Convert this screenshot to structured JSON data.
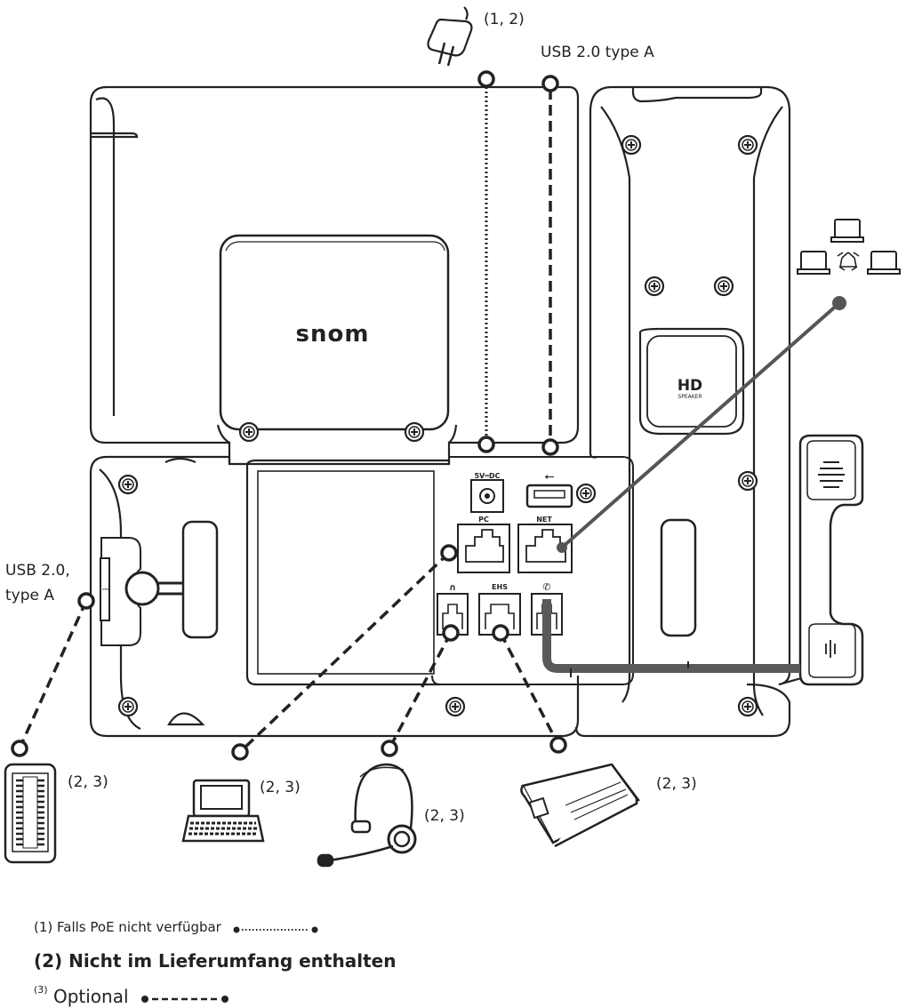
{
  "device": {
    "brand_logo": "snom",
    "speaker_badge": "HD",
    "speaker_badge_sub": "SPEAKER"
  },
  "ports": {
    "power": "5V═DC",
    "pc": "PC",
    "net": "NET",
    "ehs": "EHS"
  },
  "labels": {
    "power_adapter": "(1, 2)",
    "usb_top": "USB 2.0 type A",
    "usb_side_line1": "USB 2.0,",
    "usb_side_line2": "type A",
    "expansion_module": "(2, 3)",
    "computer": "(2, 3)",
    "headset": "(2, 3)",
    "ehs_adapter": "(2, 3)"
  },
  "legend": {
    "item1": "(1) Falls PoE nicht verfügbar",
    "item2": "(2) Nicht im Lieferumfang enthalten",
    "item3_sup": "(3)",
    "item3": "Optional"
  },
  "line_styles": {
    "dotted": "power-only-if-no-poe",
    "dashed": "optional-accessory",
    "solid": "network"
  },
  "colors": {
    "outline": "#222222",
    "network_line": "#555555",
    "handset_cord": "#5a5a5a"
  }
}
